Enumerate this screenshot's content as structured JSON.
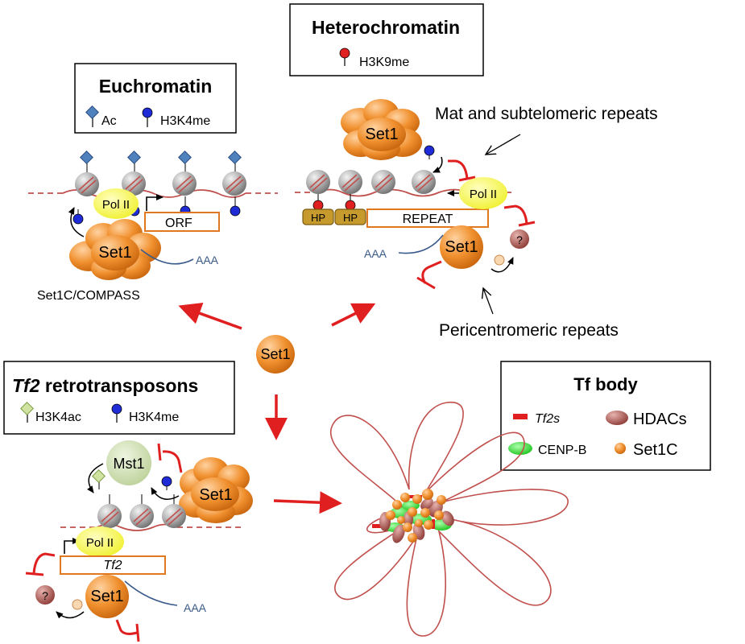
{
  "euchromatin": {
    "title": "Euchromatin",
    "legend_ac": "Ac",
    "legend_h3k4me": "H3K4me",
    "pol": "Pol II",
    "orf": "ORF",
    "set1": "Set1",
    "aaa": "AAA",
    "complex": "Set1C/COMPASS"
  },
  "heterochromatin": {
    "title": "Heterochromatin",
    "legend_h3k9me": "H3K9me",
    "mat_repeats": "Mat  and subtelomeric repeats",
    "pericentromeric": "Pericentromeric repeats",
    "pol": "Pol II",
    "repeat": "REPEAT",
    "hp1": "HP",
    "hp2": "HP",
    "set1_top": "Set1",
    "set1_bottom": "Set1",
    "aaa": "AAA",
    "unknown": "?"
  },
  "center": {
    "set1": "Set1"
  },
  "tf2": {
    "title_italic": "Tf2",
    "title_rest": " retrotransposons",
    "legend_h3k4ac": "H3K4ac",
    "legend_h3k4me": "H3K4me",
    "mst1": "Mst1",
    "set1_top": "Set1",
    "pol": "Pol II",
    "gene": "Tf2",
    "set1_bottom": "Set1",
    "aaa": "AAA",
    "unknown": "?"
  },
  "tfbody": {
    "title": "Tf body",
    "legend_tf2s": "Tf2s",
    "legend_hdacs": "HDACs",
    "legend_cenpb": "CENP-B",
    "legend_set1c": "Set1C"
  },
  "colors": {
    "set1_orange": "#ee8a2a",
    "pol_yellow": "#f5f54a",
    "inhibit_red": "#e02020",
    "dna_red": "#c0504d",
    "h3k4me_blue": "#1f2bd6",
    "ac_blue": "#4f81bd",
    "h3k9me_red": "#e02020",
    "hp_gold": "#c79a2e",
    "mst1_green": "#cfe0b0",
    "cenpb_green": "#22dd22",
    "hdac_brown": "#a0524f"
  }
}
